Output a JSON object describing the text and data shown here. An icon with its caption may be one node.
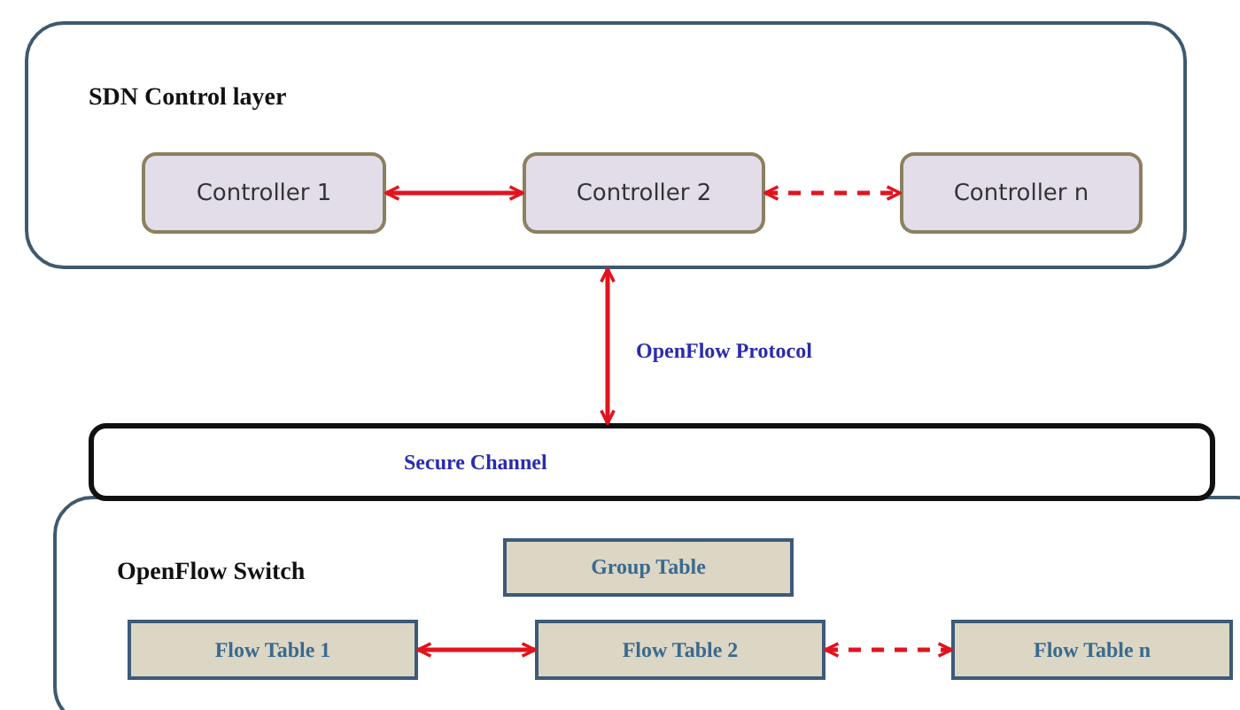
{
  "diagram": {
    "nodes": [
      {
        "text": [
          "SDN Control layer"
        ]
      },
      {
        "text": [
          "Controller 1"
        ],
        "in": 0
      },
      {
        "text": [
          "Controller 2"
        ],
        "in": 0
      },
      {
        "text": [
          "Controller n"
        ],
        "in": 0
      },
      {
        "text": [
          "Secure Channel"
        ]
      },
      {
        "text": [
          "OpenFlow Switch"
        ]
      },
      {
        "text": [
          "Group Table"
        ],
        "in": 5
      },
      {
        "text": [
          "Flow Table 1"
        ],
        "in": 5
      },
      {
        "text": [
          "Flow Table 2"
        ],
        "in": 5
      },
      {
        "text": [
          "Flow Table n"
        ],
        "in": 5
      }
    ],
    "edges": [
      {
        "from": 1,
        "to": 2,
        "arrow": "both"
      },
      {
        "from": 2,
        "to": 3,
        "arrow": "both",
        "style": "dashed"
      },
      {
        "from": 0,
        "to": 4,
        "arrow": "both",
        "label": "OpenFlow Protocol"
      },
      {
        "from": 7,
        "to": 8,
        "arrow": "both"
      },
      {
        "from": 8,
        "to": 9,
        "arrow": "both",
        "style": "dashed"
      }
    ]
  }
}
